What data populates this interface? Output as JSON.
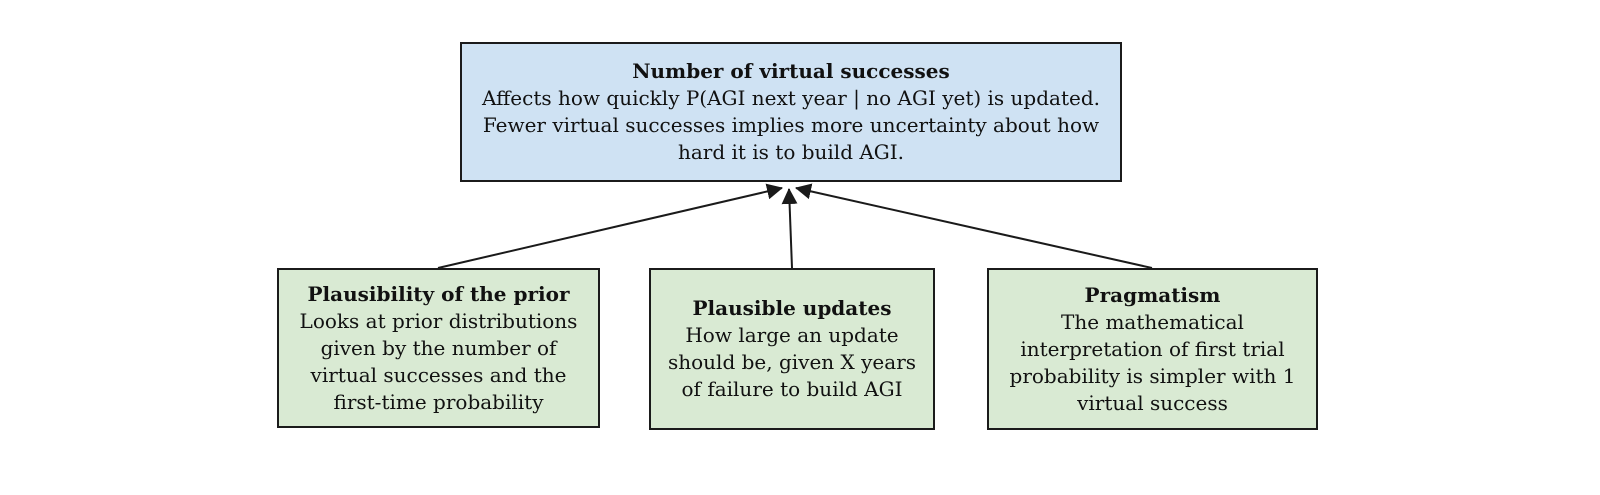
{
  "diagram": {
    "background_color": "#ffffff",
    "border_color": "#1b1b1b",
    "arrow_color": "#1a1a1a",
    "top_box": {
      "title": "Number of virtual successes",
      "description": "Affects how quickly P(AGI next year | no AGI yet) is updated.\nFewer virtual successes implies more uncertainty about how\nhard it is to build AGI.",
      "fill": "#cfe2f3"
    },
    "bottom_boxes": [
      {
        "title": "Plausibility of the prior",
        "description": "Looks at prior distributions\ngiven by the number of\nvirtual successes and the\nfirst-time probability",
        "fill": "#d9ead3"
      },
      {
        "title": "Plausible updates",
        "description": "How large an update\nshould be, given  X years\nof failure to build AGI",
        "fill": "#d9ead3"
      },
      {
        "title": "Pragmatism",
        "description": "The mathematical\ninterpretation of first trial\nprobability is simpler with 1\nvirtual success",
        "fill": "#d9ead3"
      }
    ],
    "connectors": [
      {
        "from": "plausibility-of-the-prior",
        "to": "number-of-virtual-successes"
      },
      {
        "from": "plausible-updates",
        "to": "number-of-virtual-successes"
      },
      {
        "from": "pragmatism",
        "to": "number-of-virtual-successes"
      }
    ]
  }
}
